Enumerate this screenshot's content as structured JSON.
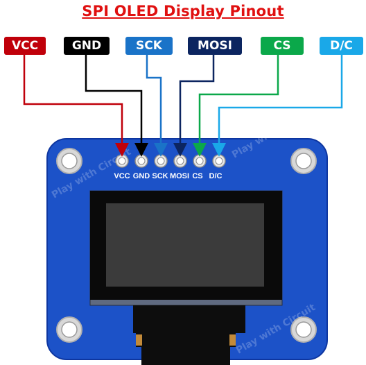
{
  "title": "SPI OLED Display Pinout",
  "pins": [
    {
      "label": "VCC",
      "color": "#c0000a"
    },
    {
      "label": "GND",
      "color": "#000000"
    },
    {
      "label": "SCK",
      "color": "#1a73c8"
    },
    {
      "label": "MOSI",
      "color": "#0c2560"
    },
    {
      "label": "CS",
      "color": "#0ba84a"
    },
    {
      "label": "D/C",
      "color": "#1aa8e8"
    }
  ],
  "board_pin_labels": [
    "VCC",
    "GND",
    "SCK",
    "MOSI",
    "CS",
    "D/C"
  ],
  "watermark": "Play with Circuit",
  "colors": {
    "board": "#1c52c8",
    "board_border": "#0e36a0",
    "screen": "#3b3b3b",
    "screen_frame": "#0a0a0a",
    "title": "#e01010"
  }
}
